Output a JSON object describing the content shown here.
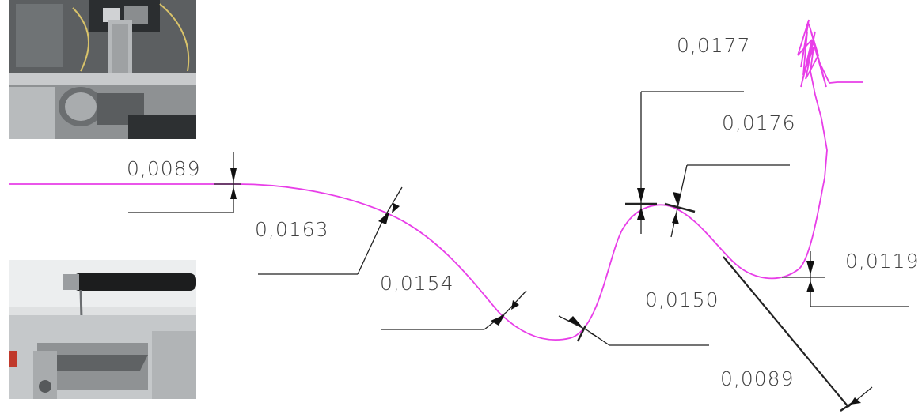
{
  "dimensions": [
    {
      "id": "d1",
      "value": "0,0089"
    },
    {
      "id": "d2",
      "value": "0,0163"
    },
    {
      "id": "d3",
      "value": "0,0154"
    },
    {
      "id": "d4",
      "value": "0,0150"
    },
    {
      "id": "d5",
      "value": "0,0177"
    },
    {
      "id": "d6",
      "value": "0,0176"
    },
    {
      "id": "d7",
      "value": "0,0119"
    },
    {
      "id": "d8",
      "value": "0,0089"
    }
  ],
  "colors": {
    "profile": "#e83ee8",
    "leader": "#222222",
    "text": "#404040"
  },
  "photos": [
    {
      "name": "machine-photo",
      "subject": "measuring-machine"
    },
    {
      "name": "probe-photo",
      "subject": "stylus-probe-on-workpiece"
    }
  ]
}
